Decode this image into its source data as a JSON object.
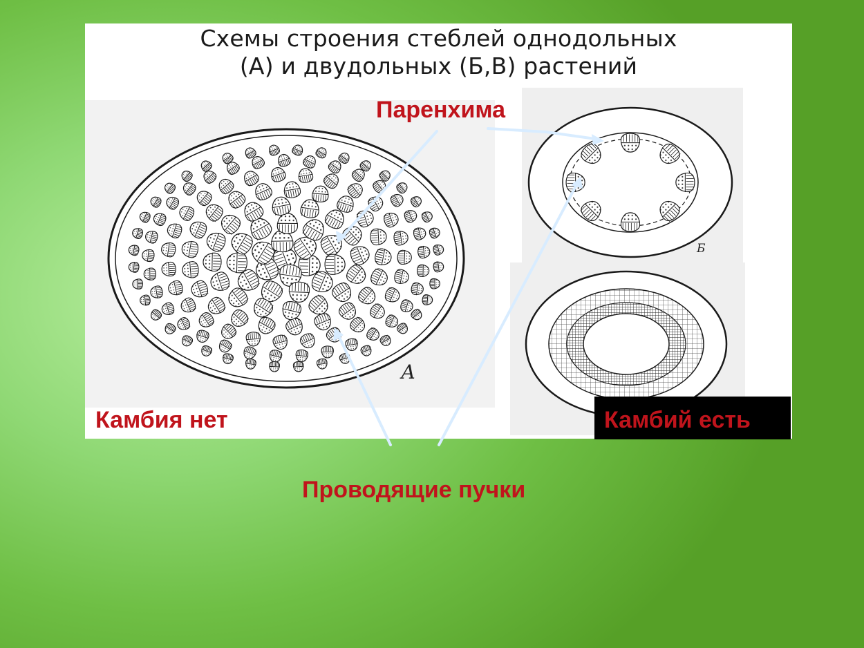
{
  "title": {
    "line1": "Схемы строения стеблей однодольных",
    "line2": "(А) и двудольных (Б,В) растений"
  },
  "labels": {
    "parenchyma": "Паренхима",
    "no_cambium": "Камбия нет",
    "has_cambium": "Камбий есть",
    "vascular_bundles": "Проводящие пучки"
  },
  "figure_letters": {
    "a": "А",
    "b": "Б"
  },
  "colors": {
    "label_red": "#c0141c",
    "arrow_blue": "#d8ecff",
    "background_green": "#6fbf45"
  }
}
